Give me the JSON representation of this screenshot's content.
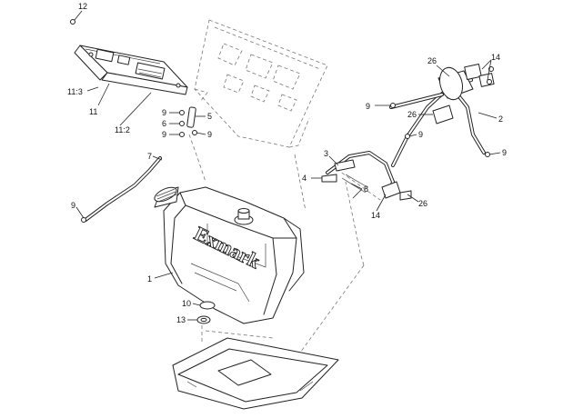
{
  "diagram": {
    "brand_text": "Exmark",
    "callouts": [
      {
        "id": "c12",
        "text": "12"
      },
      {
        "id": "c11-3",
        "text": "11:3"
      },
      {
        "id": "c11",
        "text": "11"
      },
      {
        "id": "c11-2",
        "text": "11:2"
      },
      {
        "id": "c9a",
        "text": "9"
      },
      {
        "id": "c6",
        "text": "6"
      },
      {
        "id": "c5",
        "text": "5"
      },
      {
        "id": "c9b",
        "text": "9"
      },
      {
        "id": "c9c",
        "text": "9"
      },
      {
        "id": "c7",
        "text": "7"
      },
      {
        "id": "c9d",
        "text": "9"
      },
      {
        "id": "c1",
        "text": "1"
      },
      {
        "id": "c10",
        "text": "10"
      },
      {
        "id": "c13",
        "text": "13"
      },
      {
        "id": "c26a",
        "text": "26"
      },
      {
        "id": "c14a",
        "text": "14"
      },
      {
        "id": "c9e",
        "text": "9"
      },
      {
        "id": "c26b",
        "text": "26"
      },
      {
        "id": "c2",
        "text": "2"
      },
      {
        "id": "c9f",
        "text": "9"
      },
      {
        "id": "c9g",
        "text": "9"
      },
      {
        "id": "c3",
        "text": "3"
      },
      {
        "id": "c4",
        "text": "4"
      },
      {
        "id": "c8",
        "text": "8"
      },
      {
        "id": "c14b",
        "text": "14"
      },
      {
        "id": "c26c",
        "text": "26"
      }
    ]
  }
}
